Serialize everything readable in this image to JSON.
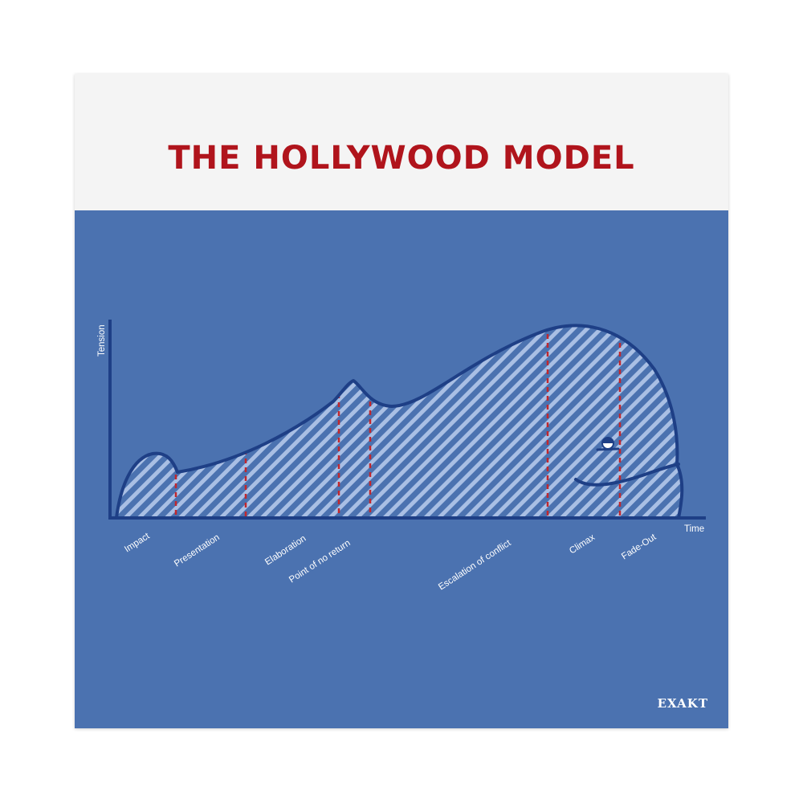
{
  "header": {
    "title": "THE HOLLYWOOD MODEL"
  },
  "axes": {
    "y_label": "Tension",
    "x_label": "Time"
  },
  "stages": [
    "Impact",
    "Presentation",
    "Elaboration",
    "Point of no return",
    "Escalation of conflict",
    "Climax",
    "Fade-Out"
  ],
  "brand": "EXAKT",
  "colors": {
    "panel": "#4b72b0",
    "header_bg": "#f4f4f4",
    "title": "#b0141c",
    "outline": "#1e3f86",
    "divider": "#c1272d"
  }
}
